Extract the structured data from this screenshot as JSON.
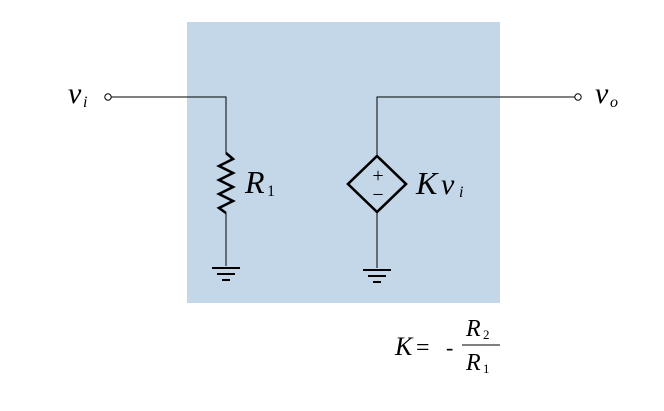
{
  "colors": {
    "box_fill": "#c3d7e9",
    "wire": "#000000",
    "background": "#ffffff"
  },
  "input": {
    "symbol": "v",
    "subscript": "i"
  },
  "output": {
    "symbol": "v",
    "subscript": "o"
  },
  "resistor": {
    "symbol": "R",
    "subscript": "1"
  },
  "source": {
    "plus_sign": "+",
    "minus_sign": "−",
    "gain_symbol": "K",
    "var_symbol": "v",
    "var_subscript": "i"
  },
  "formula": {
    "lhs": "K",
    "equals": "=",
    "sign": "-",
    "numerator_symbol": "R",
    "numerator_subscript": "2",
    "denominator_symbol": "R",
    "denominator_subscript": "1"
  },
  "icons": {
    "ground": "ground-icon",
    "resistor": "resistor-icon",
    "dependent_source": "diamond-voltage-source-icon",
    "terminal": "open-circle-terminal-icon"
  }
}
